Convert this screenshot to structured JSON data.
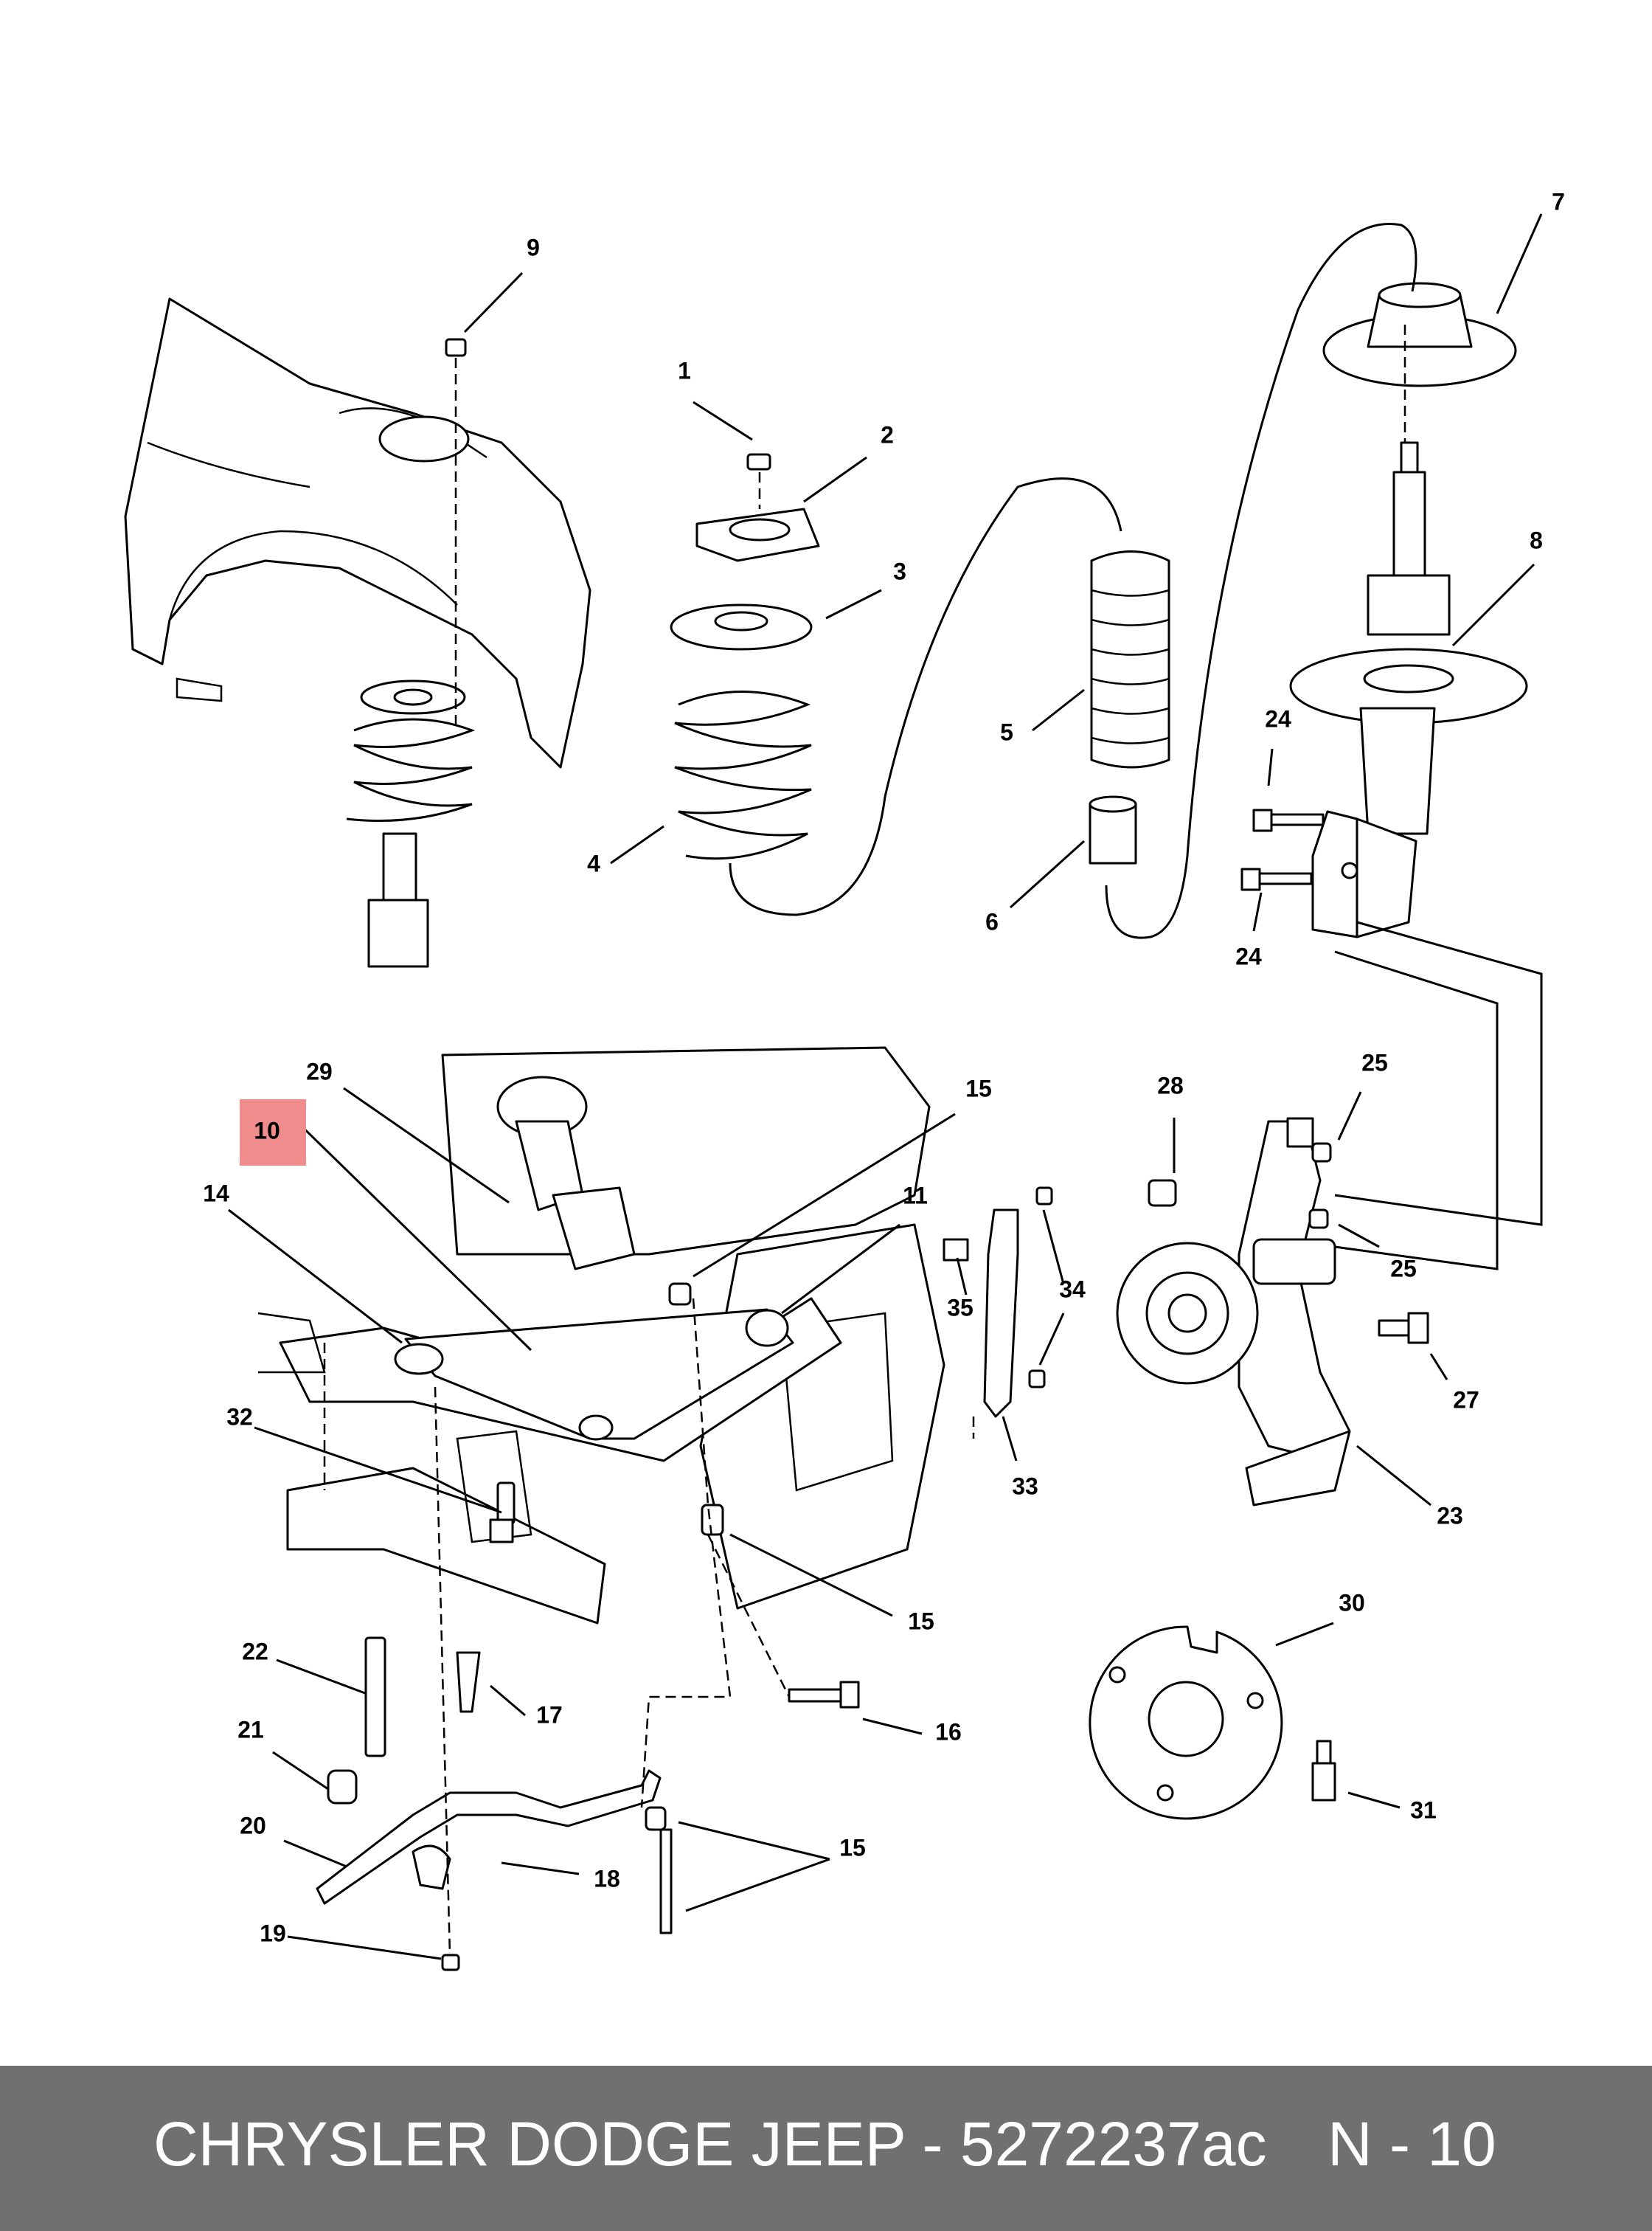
{
  "callouts": {
    "c1": "1",
    "c2": "2",
    "c3": "3",
    "c4": "4",
    "c5": "5",
    "c6": "6",
    "c7": "7",
    "c8": "8",
    "c9": "9",
    "c10": "10",
    "c11": "11",
    "c14": "14",
    "c15a": "15",
    "c15b": "15",
    "c15c": "15",
    "c16": "16",
    "c17": "17",
    "c18": "18",
    "c19": "19",
    "c20": "20",
    "c21": "21",
    "c22": "22",
    "c23": "23",
    "c24a": "24",
    "c24b": "24",
    "c25a": "25",
    "c25b": "25",
    "c27": "27",
    "c28": "28",
    "c29": "29",
    "c30": "30",
    "c31": "31",
    "c32": "32",
    "c33": "33",
    "c34": "34",
    "c35": "35"
  },
  "highlight_color": "#f08c8c",
  "footer": {
    "title": "CHRYSLER DODGE JEEP - 5272237ac",
    "code": "N - 10",
    "background": "#707070"
  }
}
